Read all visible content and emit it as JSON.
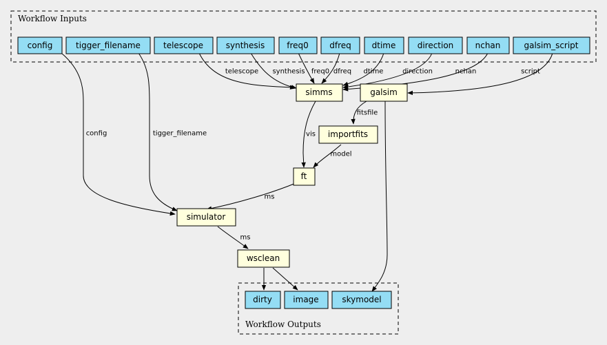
{
  "clusters": {
    "inputs_label": "Workflow Inputs",
    "outputs_label": "Workflow Outputs"
  },
  "inputs": {
    "config": "config",
    "tigger_filename": "tigger_filename",
    "telescope": "telescope",
    "synthesis": "synthesis",
    "freq0": "freq0",
    "dfreq": "dfreq",
    "dtime": "dtime",
    "direction": "direction",
    "nchan": "nchan",
    "galsim_script": "galsim_script"
  },
  "steps": {
    "simms": "simms",
    "galsim": "galsim",
    "importfits": "importfits",
    "ft": "ft",
    "simulator": "simulator",
    "wsclean": "wsclean"
  },
  "outputs": {
    "dirty": "dirty",
    "image": "image",
    "skymodel": "skymodel"
  },
  "edge_labels": {
    "config": "config",
    "tigger_filename": "tigger_filename",
    "telescope": "telescope",
    "synthesis": "synthesis",
    "freq0": "freq0",
    "dfreq": "dfreq",
    "dtime": "dtime",
    "direction": "direction",
    "nchan": "nchan",
    "script": "script",
    "fitsfile": "fitsfile",
    "vis": "vis",
    "model": "model",
    "ms_ft": "ms",
    "ms_sim": "ms"
  }
}
